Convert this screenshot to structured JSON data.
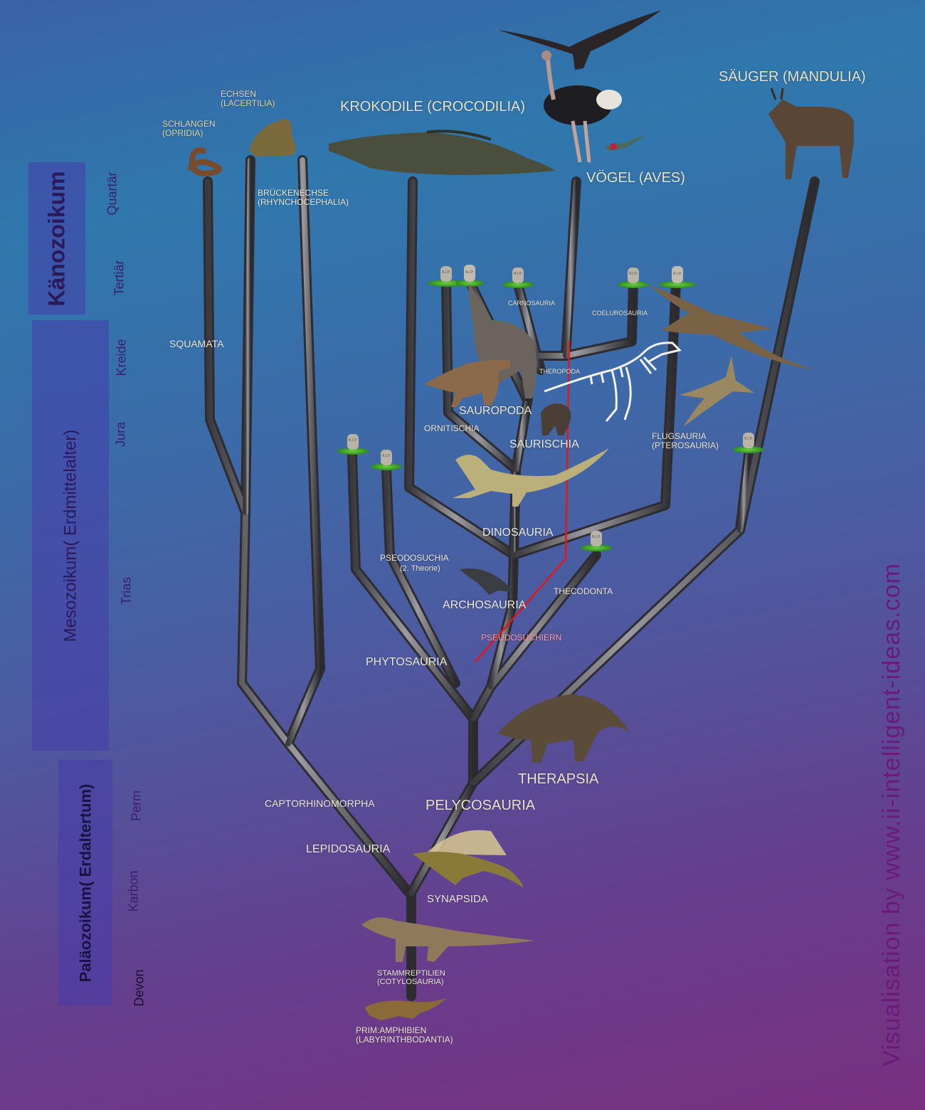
{
  "eras": {
    "kaenozoikum": "Känozoikum",
    "mesozoikum": "Mesozoikum( Erdmittelalter)",
    "palaeozoikum": "Paläozoikum( Erdaltertum)"
  },
  "periods": {
    "quartaer": "Quartär",
    "tertiaer": "Tertiär",
    "kreide": "Kreide",
    "jura": "Jura",
    "trias": "Trias",
    "perm": "Perm",
    "karbon": "Karbon",
    "devon": "Devon"
  },
  "labels": {
    "schlangen": "SCHLANGEN\n(OPRIDIA)",
    "echsen": "ECHSEN\n(LACERTILIA)",
    "krokodile": "KROKODILE (CROCODILIA)",
    "voegel": "VÖGEL (AVES)",
    "saeuger": "SÄUGER (MANDULIA)",
    "brueckenechse": "BRÜCKENECHSE\n(RHYNCHOCEPHALIA)",
    "carnosauria": "CARNOSAURIA",
    "coelurosauria": "COELUROSAURIA",
    "squamata": "SQUAMATA",
    "theropoda": "THEROPODA",
    "sauropoda": "SAUROPODA",
    "ornitischia": "ORNITISCHIA",
    "saurischia": "SAURISCHIA",
    "flugsauria": "FLUGSAURIA\n(PTEROSAURIA)",
    "dinosauria": "DINOSAURIA",
    "pseodosuchia": "PSEODOSUCHIA",
    "pseodosuchia_note": "(2. Theorie)",
    "thecodonta": "THECODONTA",
    "archosauria": "ARCHOSAURIA",
    "pseudosuchiern": "PSEUDOSUCHIERN",
    "phytosauria": "PHYTOSAURIA",
    "therapsia": "THERAPSIA",
    "captorhinomorpha": "CAPTORHINOMORPHA",
    "pelycosauria": "PELYCOSAURIA",
    "lepidosauria": "LEPIDOSAURIA",
    "synapsida": "SYNAPSIDA",
    "stammreptilien": "STAMMREPTILIEN\n(COTYLOSAURIA)",
    "primamphibien": "PRIM:AMPHIBIEN\n(LABYRINTHBODANTIA)"
  },
  "tombstone_text": "R.I.P.",
  "credit": "Visualisation by www.ii-intelligent-ideas.com"
}
